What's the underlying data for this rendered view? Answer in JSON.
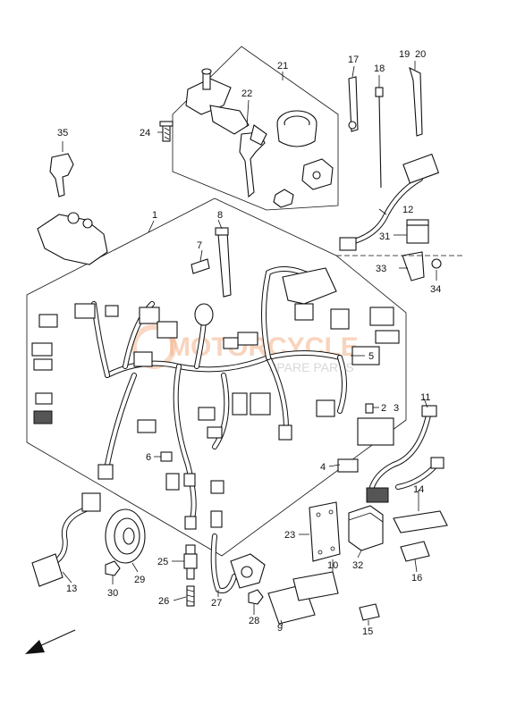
{
  "diagram": {
    "callouts": [
      {
        "id": "c1",
        "label": "1"
      },
      {
        "id": "c2",
        "label": "2"
      },
      {
        "id": "c3",
        "label": "3"
      },
      {
        "id": "c4",
        "label": "4"
      },
      {
        "id": "c5",
        "label": "5"
      },
      {
        "id": "c6",
        "label": "6"
      },
      {
        "id": "c7",
        "label": "7"
      },
      {
        "id": "c8",
        "label": "8"
      },
      {
        "id": "c9",
        "label": "9"
      },
      {
        "id": "c10",
        "label": "10"
      },
      {
        "id": "c11",
        "label": "11"
      },
      {
        "id": "c12",
        "label": "12"
      },
      {
        "id": "c13",
        "label": "13"
      },
      {
        "id": "c14",
        "label": "14"
      },
      {
        "id": "c15",
        "label": "15"
      },
      {
        "id": "c16",
        "label": "16"
      },
      {
        "id": "c17",
        "label": "17"
      },
      {
        "id": "c18",
        "label": "18"
      },
      {
        "id": "c19",
        "label": "19"
      },
      {
        "id": "c20",
        "label": "20"
      },
      {
        "id": "c21",
        "label": "21"
      },
      {
        "id": "c22",
        "label": "22"
      },
      {
        "id": "c23",
        "label": "23"
      },
      {
        "id": "c24",
        "label": "24"
      },
      {
        "id": "c25",
        "label": "25"
      },
      {
        "id": "c26",
        "label": "26"
      },
      {
        "id": "c27",
        "label": "27"
      },
      {
        "id": "c28",
        "label": "28"
      },
      {
        "id": "c29",
        "label": "29"
      },
      {
        "id": "c30",
        "label": "30"
      },
      {
        "id": "c31",
        "label": "31"
      },
      {
        "id": "c32",
        "label": "32"
      },
      {
        "id": "c33",
        "label": "33"
      },
      {
        "id": "c34",
        "label": "34"
      },
      {
        "id": "c35",
        "label": "35"
      }
    ],
    "watermark": {
      "line1": "MOTORCYCLE",
      "line2": "SPARE PARTS"
    },
    "colors": {
      "ink": "#111111",
      "watermark": "#f3b28a"
    },
    "direction_icon": "front-direction-arrow-icon"
  }
}
